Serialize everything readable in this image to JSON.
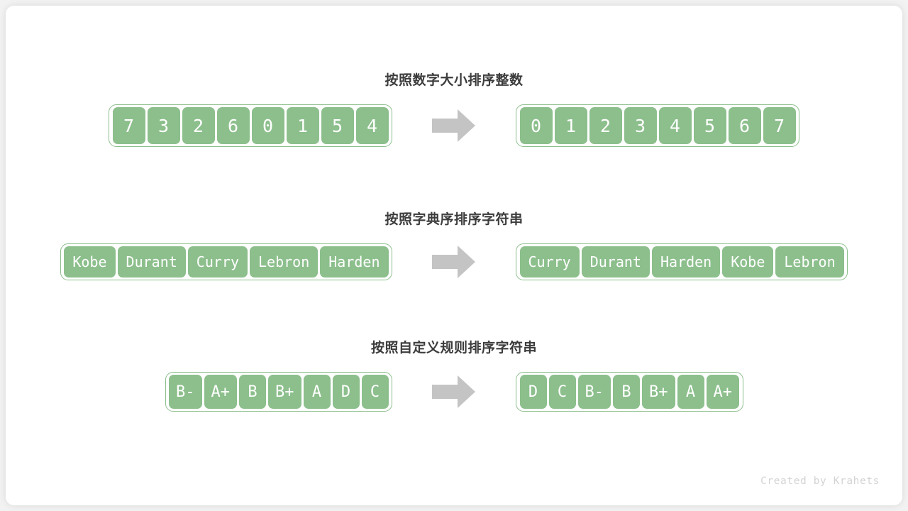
{
  "canvas": {
    "background": "#f2f2f2",
    "card_background": "#ffffff"
  },
  "theme": {
    "cell_fill": "#8cbf8c",
    "cell_text": "#ffffff",
    "container_border": "#8cbf8c",
    "title_color": "#3c3c3c",
    "arrow_color": "#c4c4c4",
    "credit_color": "#d3d3d3"
  },
  "rows": [
    {
      "id": "sort-integers",
      "title": "按照数字大小排序整数",
      "input": [
        "7",
        "3",
        "2",
        "6",
        "0",
        "1",
        "5",
        "4"
      ],
      "output": [
        "0",
        "1",
        "2",
        "3",
        "4",
        "5",
        "6",
        "7"
      ],
      "arrow": "right-arrow-icon"
    },
    {
      "id": "sort-strings-lexicographic",
      "title": "按照字典序排序字符串",
      "input": [
        "Kobe",
        "Durant",
        "Curry",
        "Lebron",
        "Harden"
      ],
      "output": [
        "Curry",
        "Durant",
        "Harden",
        "Kobe",
        "Lebron"
      ],
      "arrow": "right-arrow-icon"
    },
    {
      "id": "sort-strings-custom-rule",
      "title": "按照自定义规则排序字符串",
      "input": [
        "B-",
        "A+",
        "B",
        "B+",
        "A",
        "D",
        "C"
      ],
      "output": [
        "D",
        "C",
        "B-",
        "B",
        "B+",
        "A",
        "A+"
      ],
      "arrow": "right-arrow-icon"
    }
  ],
  "credit": "Created by Krahets"
}
